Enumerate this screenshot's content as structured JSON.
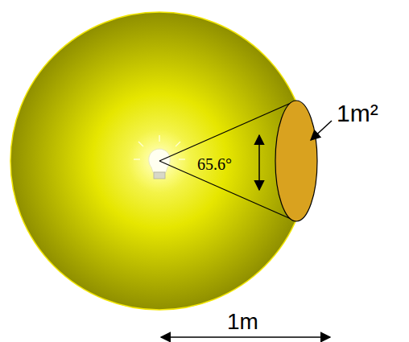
{
  "diagram": {
    "labels": [
      "65.6°",
      "1m²",
      "1m"
    ]
  }
}
